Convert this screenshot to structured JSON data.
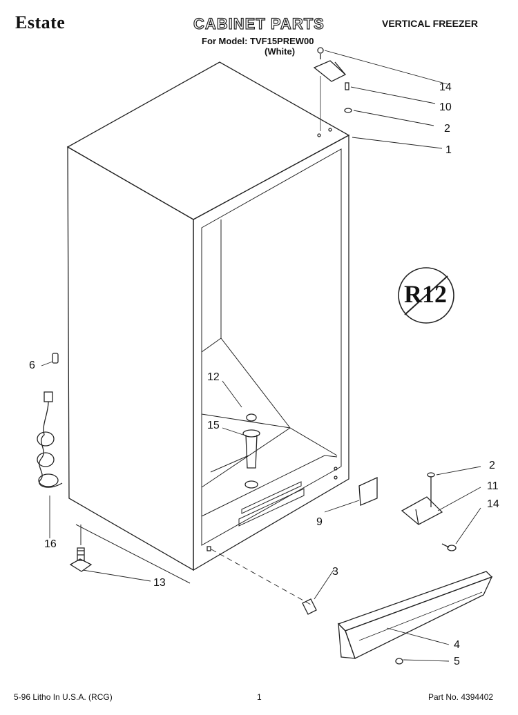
{
  "header": {
    "brand": "Estate",
    "title": "CABINET PARTS",
    "category": "VERTICAL FREEZER",
    "model_line": "For Model: TVF15PREW00",
    "color_line": "(White)"
  },
  "badge": {
    "text": "R12",
    "icon": "no-r12-refrigerant-icon"
  },
  "callouts": {
    "c14a": "14",
    "c10": "10",
    "c2a": "2",
    "c1": "1",
    "c6": "6",
    "c12": "12",
    "c15": "15",
    "c16": "16",
    "c13": "13",
    "c2b": "2",
    "c11": "11",
    "c14b": "14",
    "c9": "9",
    "c3": "3",
    "c4": "4",
    "c5": "5"
  },
  "footer": {
    "left": "5-96 Litho In U.S.A. (RCG)",
    "page": "1",
    "part_no": "Part No. 4394402"
  }
}
